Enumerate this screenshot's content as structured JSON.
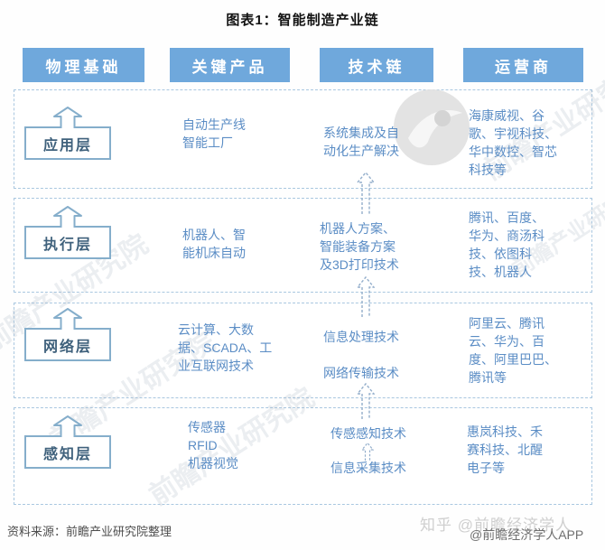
{
  "title": "图表1：智能制造产业链",
  "headers": [
    "物理基础",
    "关键产品",
    "技术链",
    "运营商"
  ],
  "rows": [
    {
      "layer": "应用层",
      "products": "自动生产线\n智能工厂",
      "tech": "系统集成及自\n动化生产解决",
      "operators": "海康威视、谷\n歌、宇视科技、\n华中数控、智芯\n科技等"
    },
    {
      "layer": "执行层",
      "products": "机器人、智\n能机床自动",
      "tech": "机器人方案、\n智能装备方案\n及3D打印技术",
      "operators": "腾讯、百度、\n华为、商汤科\n技、依图科\n技、机器人"
    },
    {
      "layer": "网络层",
      "products": "云计算、大数\n据、SCADA、工\n业互联网技术",
      "tech": "信息处理技术\n\n网络传输技术",
      "operators": "阿里云、腾讯\n云、华为、百\n度、阿里巴巴、\n腾讯等"
    },
    {
      "layer": "感知层",
      "products": "传感器\nRFID\n机器视觉",
      "tech_upper": "传感感知技术",
      "tech_lower": "信息采集技术",
      "operators": "惠岚科技、禾\n赛科技、北醒\n电子等"
    }
  ],
  "footer": {
    "source": "资料来源：前瞻产业研究院整理",
    "watermark_zhihu": "知乎 @前瞻经济学人",
    "watermark_app": "@前瞻经济学人APP"
  },
  "watermarks": {
    "diagonal": "前瞻产业研究院"
  },
  "colors": {
    "header_bg": "#6FA8DC",
    "cell_text": "#5B8DC5",
    "layer_border": "#85AECB",
    "layer_text": "#3F617C",
    "row_border": "#A9C7E0"
  }
}
